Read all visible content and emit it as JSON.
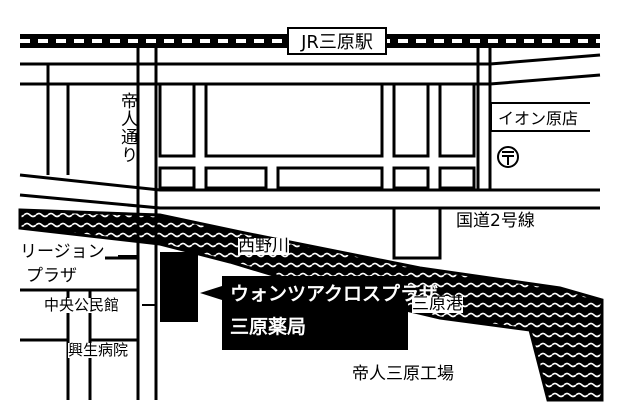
{
  "map": {
    "station_label": "JR三原駅",
    "pharmacy": {
      "line1": "ウォンツアクロスプラザ",
      "line2": "三原薬局"
    },
    "labels": {
      "teijin_dori": "帝人通り",
      "aeon": "イオン原店",
      "kokudo": "国道2号線",
      "nishinogawa": "西野川",
      "region_line1": "リージョン",
      "region_line2": "プラザ",
      "chuo_kominkan": "中央公民館",
      "kosei_byoin": "興生病院",
      "mihara_port": "三原港",
      "teijin_factory": "帝人三原工場"
    },
    "icons": {
      "post_office": "post-office-icon"
    },
    "colors": {
      "ink": "#000000",
      "paper": "#ffffff"
    }
  }
}
